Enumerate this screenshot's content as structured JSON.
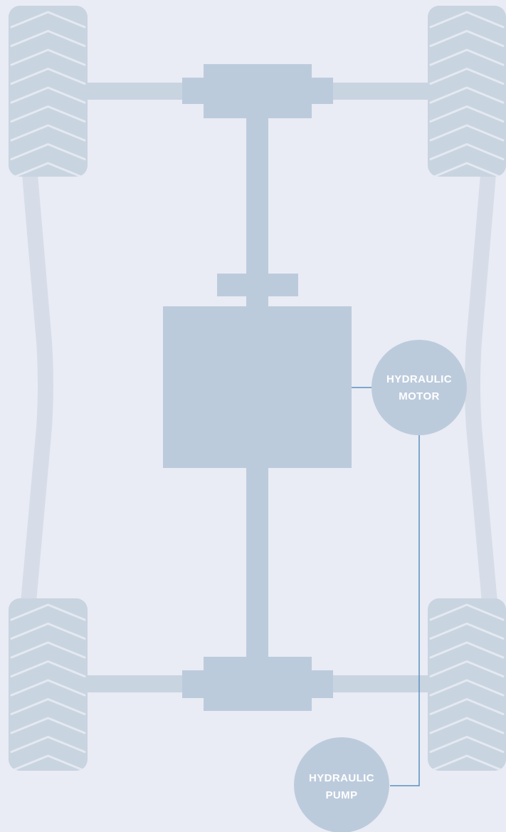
{
  "colors": {
    "background": "#e9ecf4",
    "component_fill": "#bccbdc",
    "frame_rail": "#d6dde8",
    "tire_fill": "#c9d4e1",
    "tread_lines": "#e4e9f1",
    "hydraulic_line": "#5b8fc1",
    "label_text": "#ffffff"
  },
  "hydraulic_motor": {
    "line1": "HYDRAULIC",
    "line2": "MOTOR"
  },
  "hydraulic_pump": {
    "line1": "HYDRAULIC",
    "line2": "PUMP"
  },
  "icons": {
    "tire": "tire-icon",
    "tread": "chevron-tread-icon"
  }
}
